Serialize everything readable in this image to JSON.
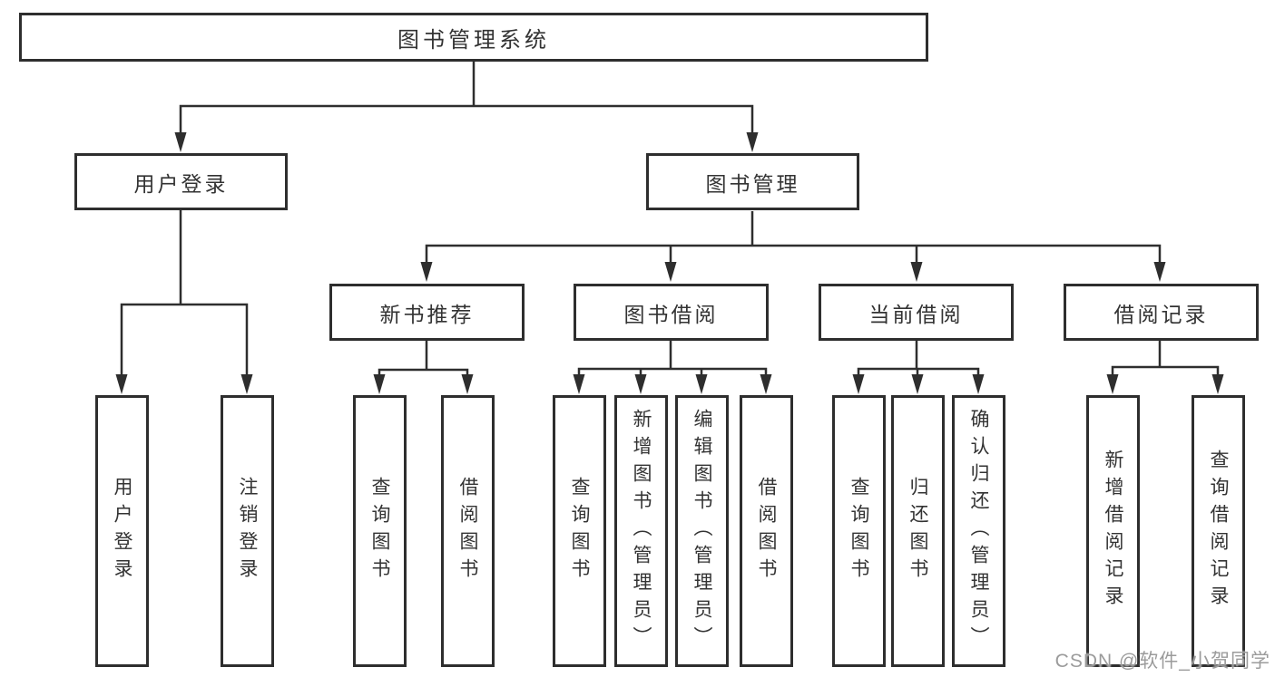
{
  "diagram": {
    "type": "tree",
    "title": "图书管理系统",
    "nodes": {
      "root": {
        "label": "图书管理系统"
      },
      "user_login": {
        "label": "用户登录"
      },
      "book_management": {
        "label": "图书管理"
      },
      "new_book_recommend": {
        "label": "新书推荐"
      },
      "book_borrowing": {
        "label": "图书借阅"
      },
      "current_borrowing": {
        "label": "当前借阅"
      },
      "borrowing_records": {
        "label": "借阅记录"
      },
      "leaf_user_login": {
        "label": "用户登录"
      },
      "leaf_logout": {
        "label": "注销登录"
      },
      "leaf_query_books_rec": {
        "label": "查询图书"
      },
      "leaf_borrow_books_rec": {
        "label": "借阅图书"
      },
      "leaf_query_books_borrow": {
        "label": "查询图书"
      },
      "leaf_add_books_admin": {
        "label": "新增图书（管理员）"
      },
      "leaf_edit_books_admin": {
        "label": "编辑图书（管理员）"
      },
      "leaf_borrow_books_borrow": {
        "label": "借阅图书"
      },
      "leaf_query_books_current": {
        "label": "查询图书"
      },
      "leaf_return_books": {
        "label": "归还图书"
      },
      "leaf_confirm_return_admin": {
        "label": "确认归还（管理员）"
      },
      "leaf_add_borrow_record": {
        "label": "新增借阅记录"
      },
      "leaf_query_borrow_record": {
        "label": "查询借阅记录"
      }
    },
    "hierarchy": {
      "图书管理系统": {
        "用户登录": [
          "用户登录",
          "注销登录"
        ],
        "图书管理": {
          "新书推荐": [
            "查询图书",
            "借阅图书"
          ],
          "图书借阅": [
            "查询图书",
            "新增图书（管理员）",
            "编辑图书（管理员）",
            "借阅图书"
          ],
          "当前借阅": [
            "查询图书",
            "归还图书",
            "确认归还（管理员）"
          ],
          "借阅记录": [
            "新增借阅记录",
            "查询借阅记录"
          ]
        }
      }
    },
    "watermark": "CSDN @软件_小贺同学",
    "colors": {
      "line": "#2e2e2e",
      "text": "#333333",
      "box_background": "#ffffff",
      "page_background": "#ffffff",
      "watermark": "#9b9b9b"
    }
  }
}
